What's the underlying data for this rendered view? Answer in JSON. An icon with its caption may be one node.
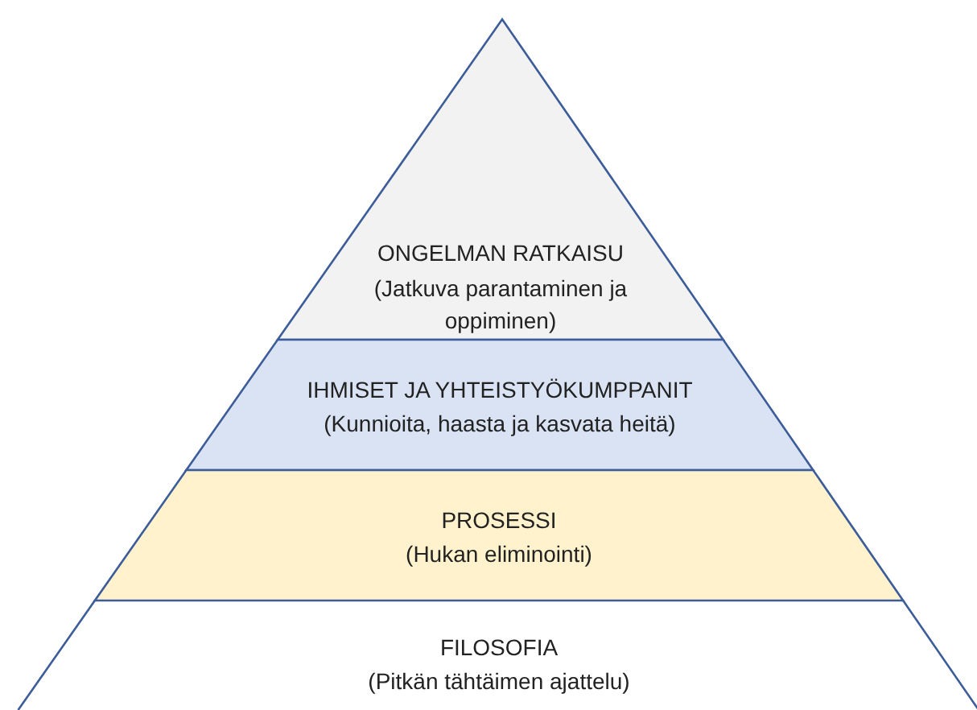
{
  "diagram": {
    "nodes": [
      {
        "text": [
          "ONGELMAN RATKAISU",
          "(Jatkuva parantaminen ja oppiminen)"
        ]
      },
      {
        "text": [
          "IHMISET JA YHTEISTYÖKUMPPANIT",
          "(Kunnioita, haasta ja kasvata heitä)"
        ]
      },
      {
        "text": [
          "PROSESSI",
          "(Hukan eliminointi)"
        ]
      },
      {
        "text": [
          "FILOSOFIA",
          "(Pitkän tähtäimen ajattelu)"
        ]
      }
    ]
  }
}
